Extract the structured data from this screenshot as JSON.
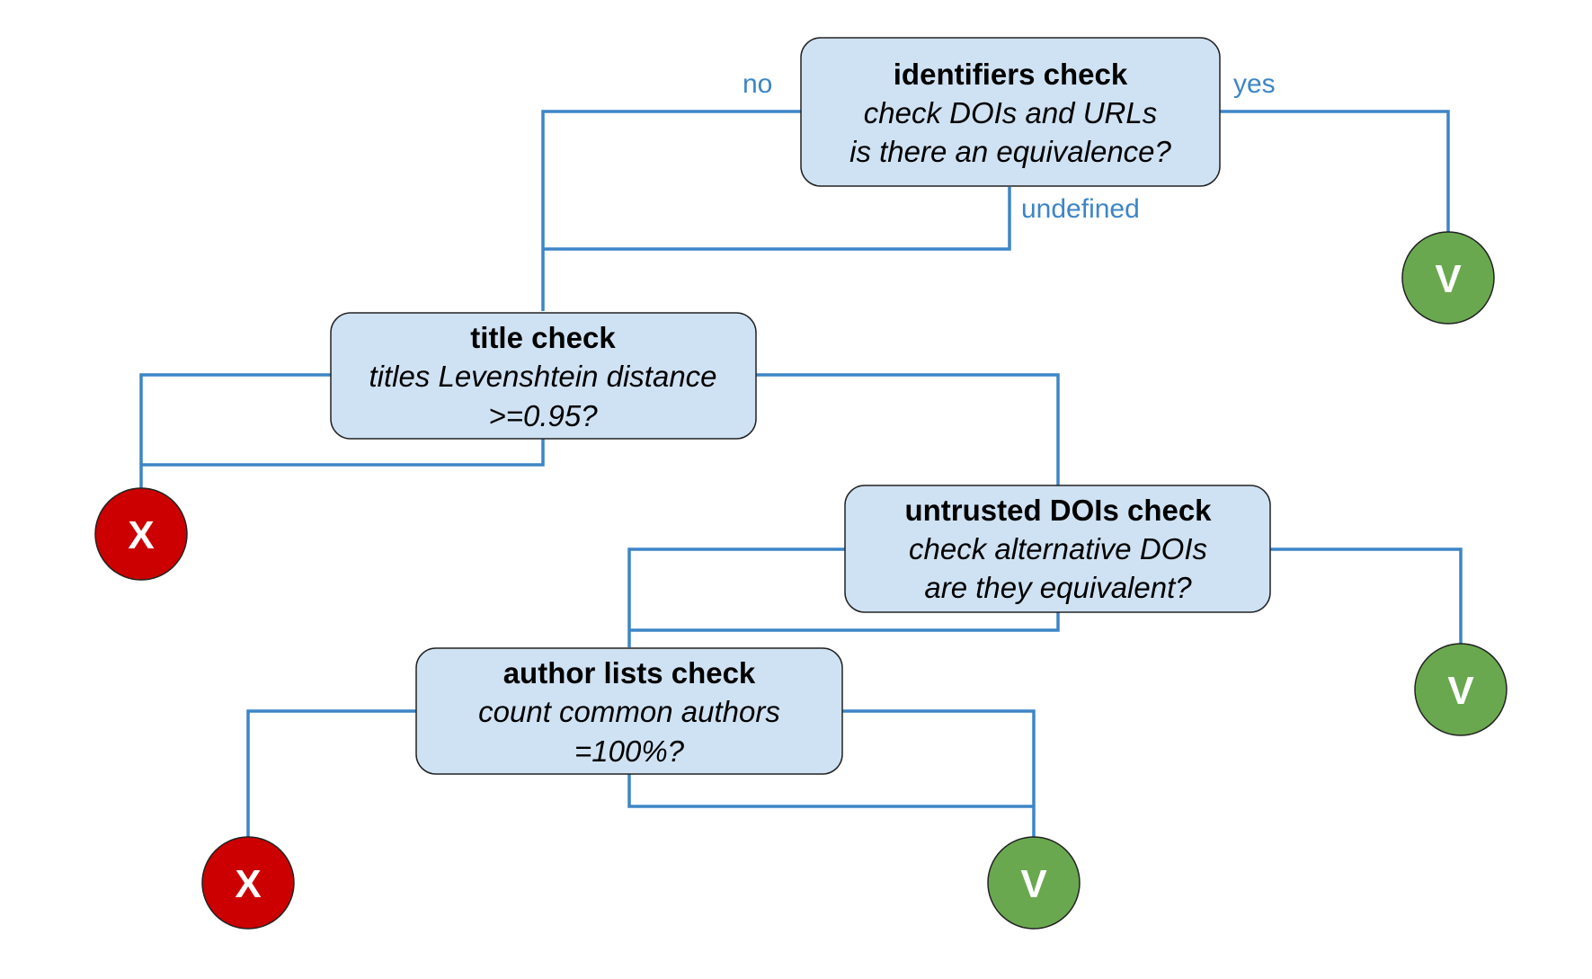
{
  "colors": {
    "connector": "#3d85c6",
    "box_fill": "#cfe2f3",
    "accept_fill": "#6aa84f",
    "reject_fill": "#cc0000"
  },
  "decisions": {
    "identifiers": {
      "title": "identifiers check",
      "line1": "check DOIs and URLs",
      "line2": "is there an equivalence?"
    },
    "title_check": {
      "title": "title check",
      "line1": "titles Levenshtein distance",
      "line2": ">=0.95?"
    },
    "untrusted_dois": {
      "title": "untrusted DOIs check",
      "line1": "check alternative DOIs",
      "line2": "are they equivalent?"
    },
    "author_lists": {
      "title": "author lists check",
      "line1": "count common authors",
      "line2": "=100%?"
    }
  },
  "edge_labels": {
    "no": "no",
    "yes": "yes",
    "undefined": "undefined"
  },
  "outcomes": {
    "accept": "V",
    "reject": "X"
  }
}
